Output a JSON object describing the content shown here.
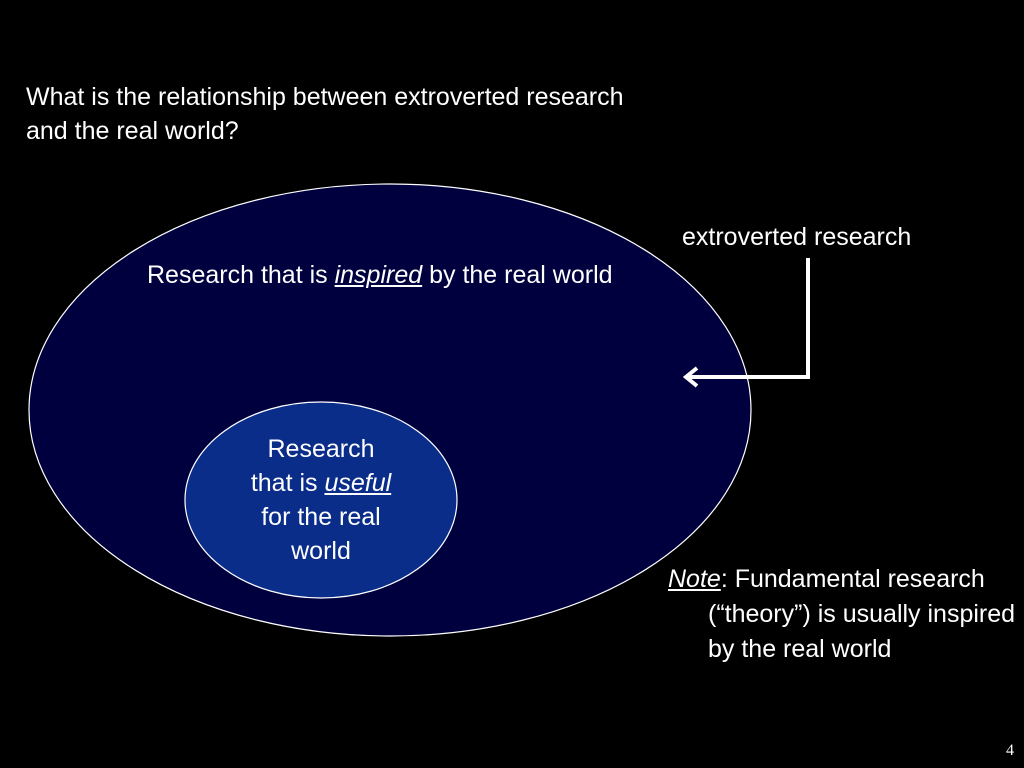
{
  "slide": {
    "question": "What is the relationship between extroverted research and the real world?",
    "outer": {
      "prefix": "Research that is ",
      "emphasis": "inspired",
      "suffix": " by the real world"
    },
    "inner": {
      "line1": "Research",
      "line2_prefix": "that is ",
      "emphasis": "useful",
      "line3": "for the real",
      "line4": "world"
    },
    "arrow_label": "extroverted research",
    "note": {
      "label": "Note",
      "text": ": Fundamental research (“theory”) is usually inspired by the real world"
    },
    "page_number": "4"
  },
  "colors": {
    "background": "#000000",
    "outer_fill": "#00003f",
    "inner_fill": "#0a2d8a",
    "stroke": "#ffffff",
    "text": "#ffffff"
  }
}
